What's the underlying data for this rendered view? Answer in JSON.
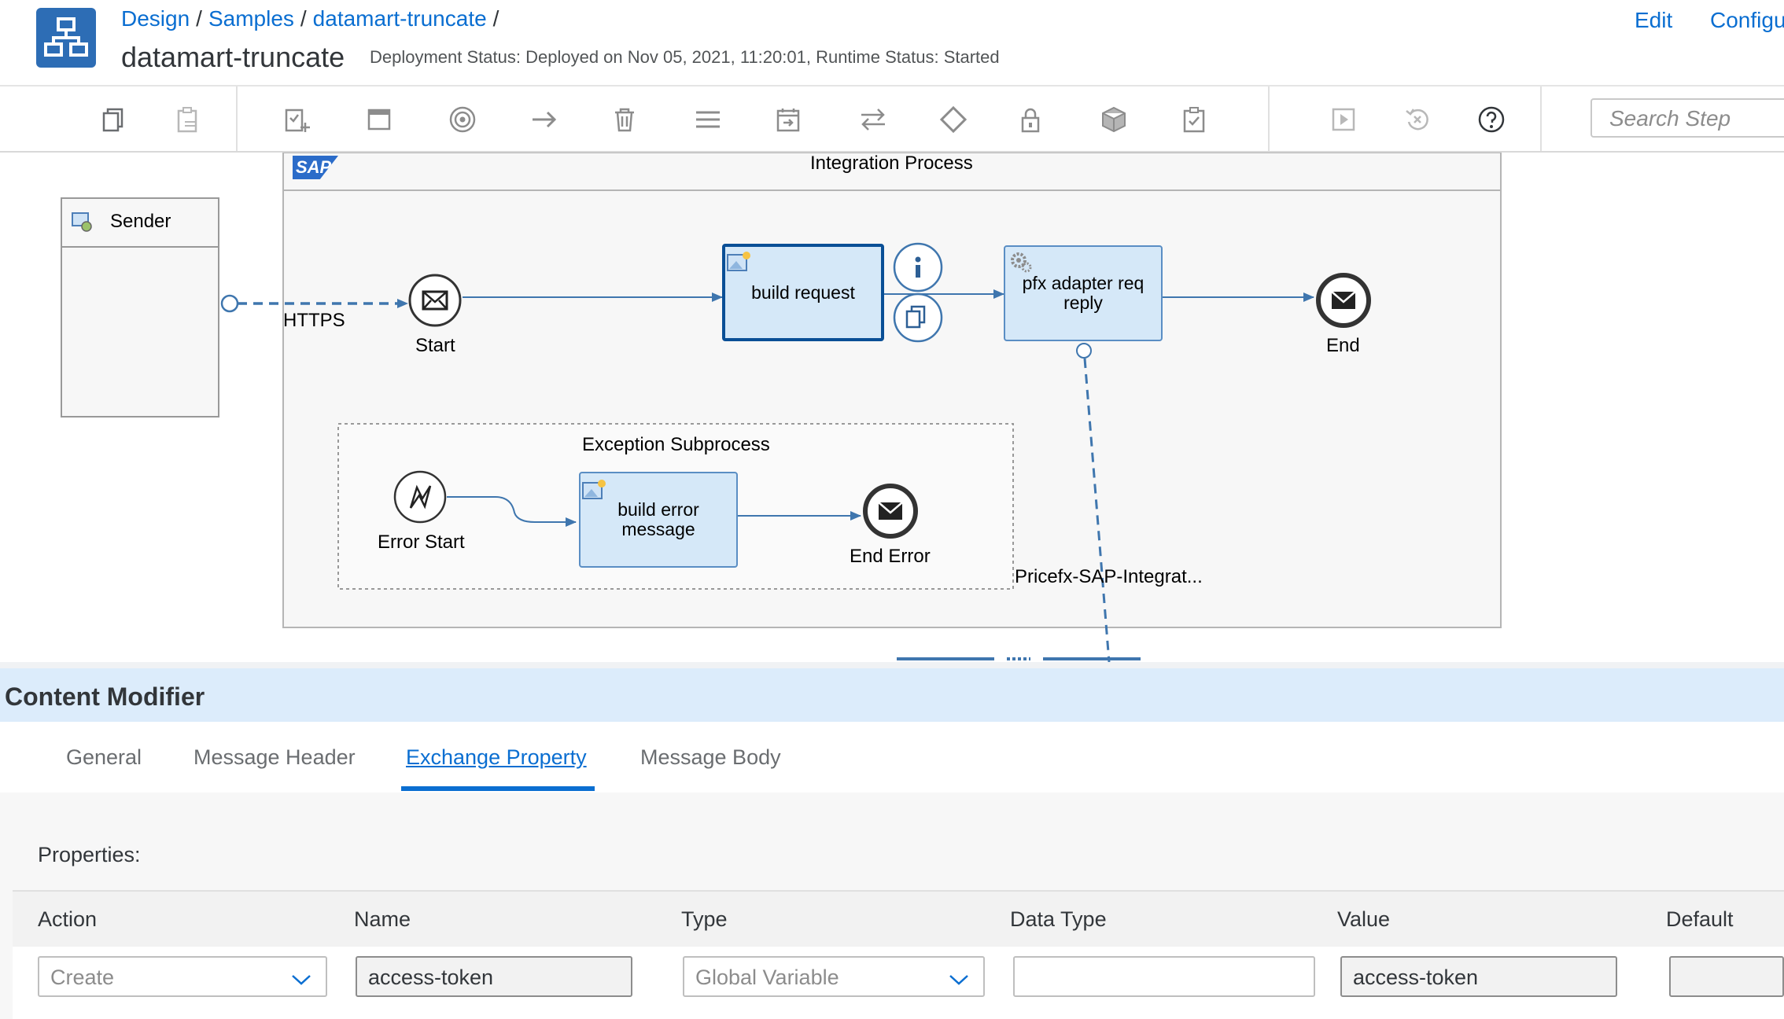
{
  "header": {
    "breadcrumb": [
      "Design",
      "Samples",
      "datamart-truncate"
    ],
    "breadcrumb_sep": "/",
    "title": "datamart-truncate",
    "deployment_status": "Deployment Status: Deployed on Nov 05, 2021, 11:20:01, Runtime Status: Started",
    "edit_label": "Edit",
    "configure_label": "Configu"
  },
  "toolbar": {
    "icons": [
      "copy-icon",
      "paste-icon",
      "add-step-icon",
      "window-icon",
      "target-icon",
      "arrow-right-icon",
      "delete-icon",
      "menu-icon",
      "export-icon",
      "swap-icon",
      "diamond-icon",
      "lock-icon",
      "package-icon",
      "clipboard-check-icon",
      "play-icon",
      "revert-icon",
      "help-icon"
    ],
    "search_placeholder": "Search Step"
  },
  "canvas": {
    "sap_logo": "SAP",
    "process_title": "Integration Process",
    "sender_label": "Sender",
    "https_label": "HTTPS",
    "start_label": "Start",
    "build_request_label": "build request",
    "pfx_step_label": "pfx adapter req reply",
    "end_label": "End",
    "exception_title": "Exception Subprocess",
    "error_start_label": "Error Start",
    "build_error_label": "build error message",
    "end_error_label": "End Error",
    "receiver_label": "Pricefx-SAP-Integrat..."
  },
  "panel": {
    "title": "Content Modifier",
    "tabs": [
      "General",
      "Message Header",
      "Exchange Property",
      "Message Body"
    ],
    "active_tab": "Exchange Property",
    "properties_label": "Properties:",
    "columns": [
      "Action",
      "Name",
      "Type",
      "Data Type",
      "Value",
      "Default"
    ],
    "row": {
      "action": "Create",
      "name": "access-token",
      "type": "Global Variable",
      "data_type": "",
      "value": "access-token",
      "default": ""
    }
  },
  "colors": {
    "accent": "#0a6ed1",
    "step_fill": "#d5e8f8",
    "panel_header": "#dcecfb"
  }
}
